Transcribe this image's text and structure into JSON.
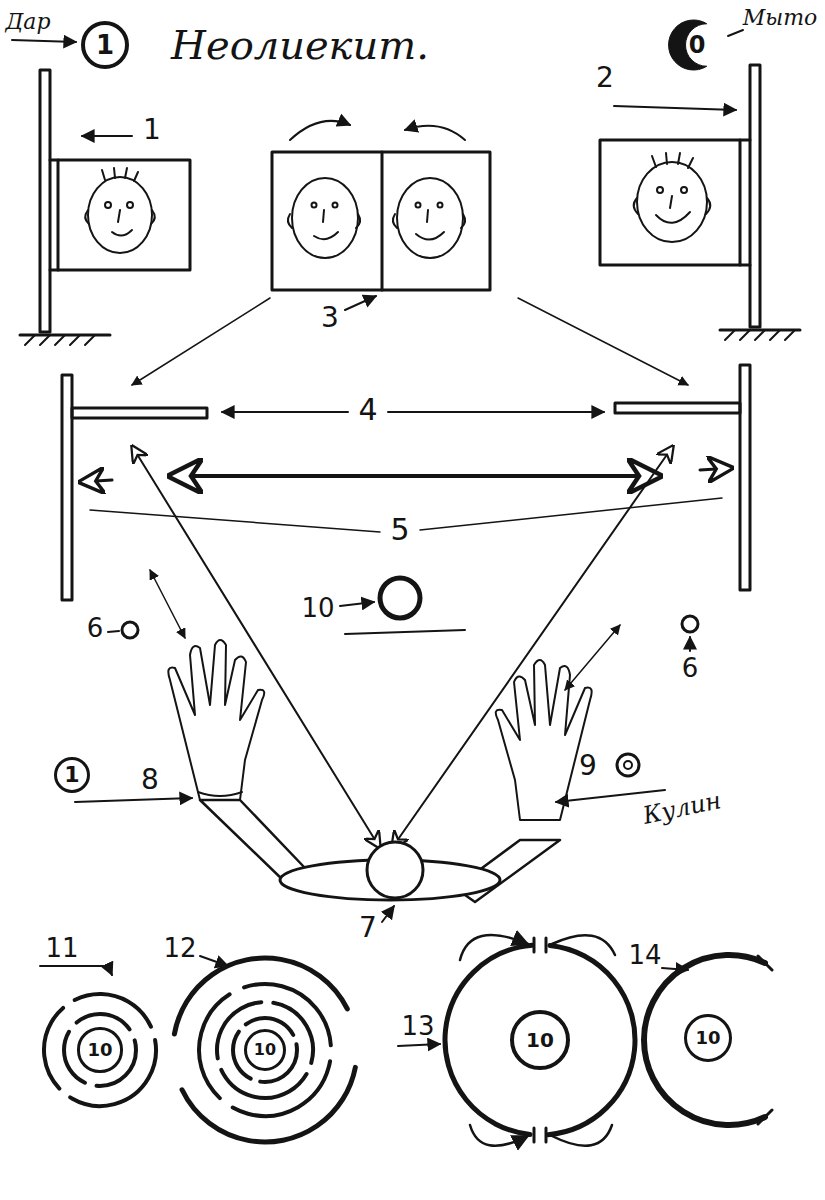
{
  "diagram": {
    "title": "Неолиекит.",
    "nodes": [
      {
        "text": [
          "1"
        ]
      },
      {
        "text": [
          "0"
        ]
      },
      {
        "text": [
          "1"
        ]
      },
      {
        "text": [
          "10"
        ]
      },
      {
        "text": [
          "10"
        ]
      },
      {
        "text": [
          "10"
        ]
      },
      {
        "text": [
          "10"
        ]
      }
    ],
    "labels": [
      "Дар",
      "Мыто",
      "1",
      "2",
      "3",
      "4",
      "5",
      "10",
      "6",
      "6",
      "8",
      "9",
      "7",
      "Кулин",
      "11",
      "12",
      "13",
      "14"
    ]
  }
}
